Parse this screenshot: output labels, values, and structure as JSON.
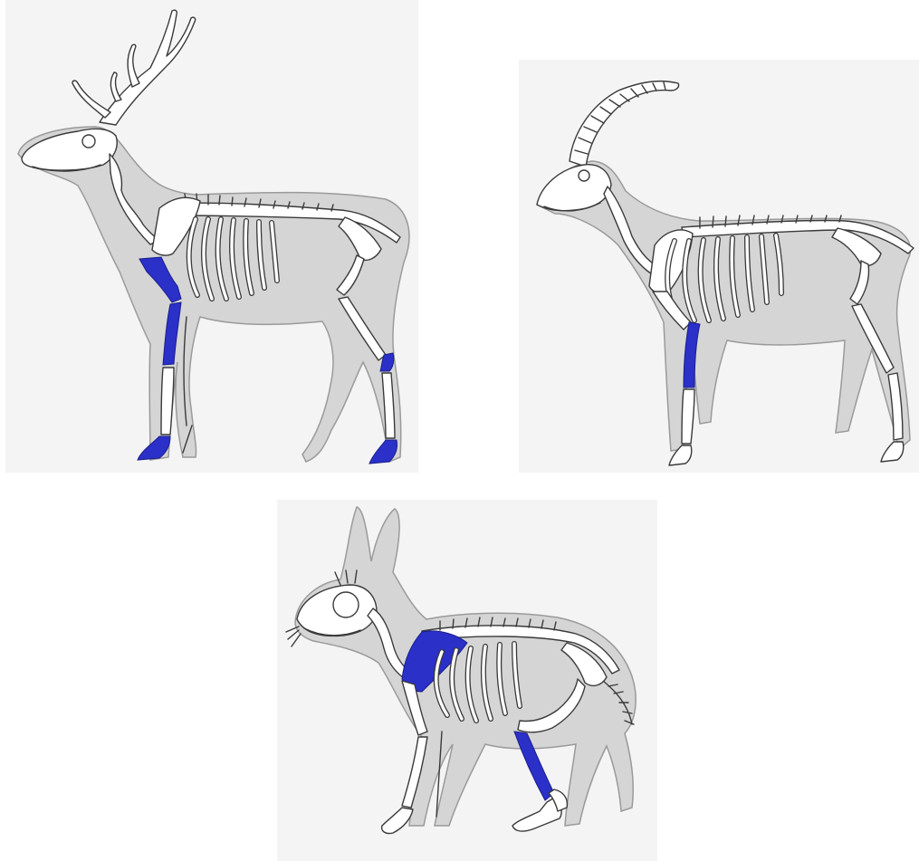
{
  "colors": {
    "background": "#ffffff",
    "panel_background": "#f4f4f4",
    "body_silhouette": "#d5d5d5",
    "bone": "#ffffff",
    "bone_outline": "#3a3a3a",
    "highlight": "#2a30c8"
  },
  "panels": [
    {
      "animal": "deer",
      "highlighted_bones": [
        "humerus",
        "radius-ulna",
        "front-hoof",
        "hind-hock",
        "hind-hoof"
      ]
    },
    {
      "animal": "ibex",
      "highlighted_bones": [
        "radius-ulna"
      ]
    },
    {
      "animal": "hare",
      "highlighted_bones": [
        "scapula",
        "tibia"
      ]
    }
  ]
}
